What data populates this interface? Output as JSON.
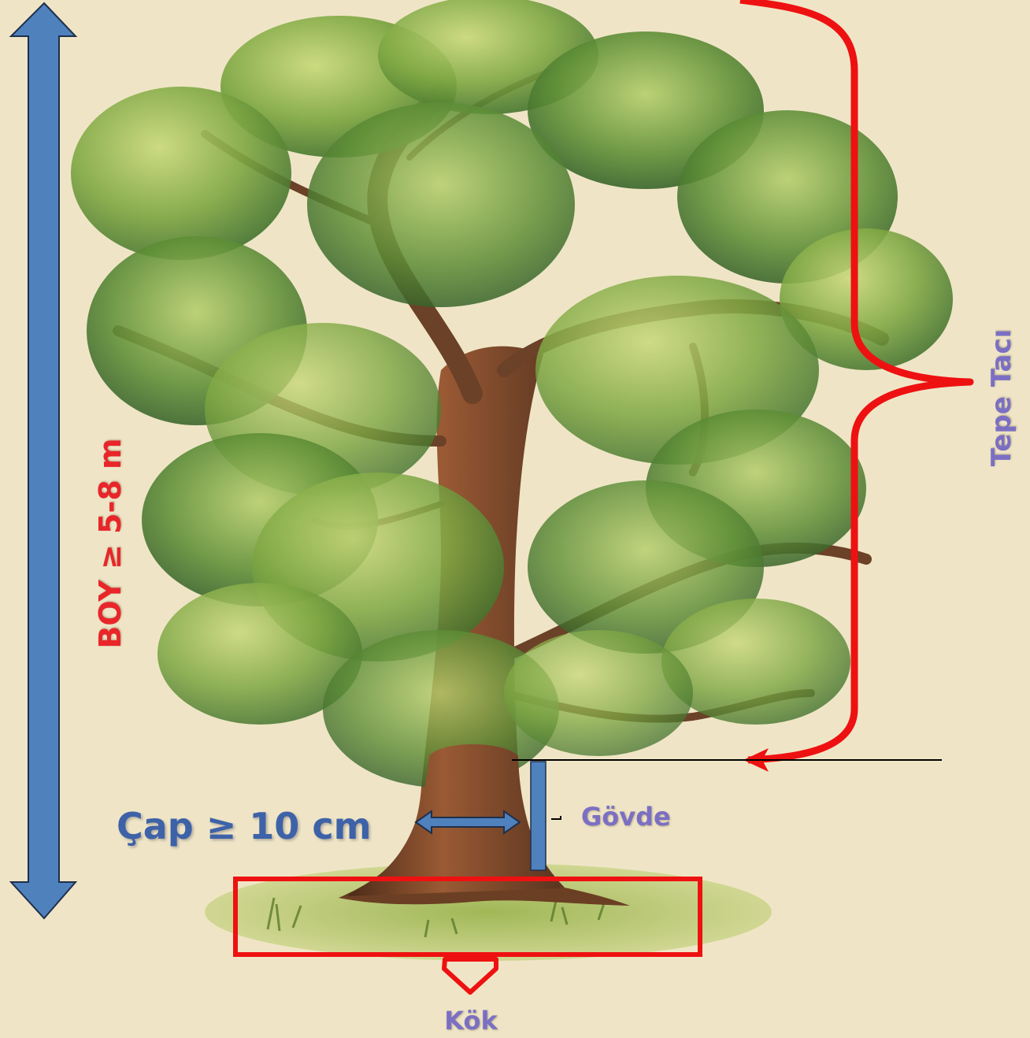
{
  "labels": {
    "height": "BOY ≥ 5-8 m",
    "crown": "Tepe Tacı",
    "diameter": "Çap ≥ 10 cm",
    "trunk": "Gövde",
    "root": "Kök"
  },
  "colors": {
    "paper": "#efe5c6",
    "arrow_blue": "#4f81bd",
    "arrow_blue_dark": "#1f2f4a",
    "bracket_red": "#ee1111",
    "label_red": "#e8262a",
    "label_purple": "#7b6fc4",
    "label_blue": "#3d62a8",
    "foliage": "#6f9a3a",
    "bark": "#7a4a2a",
    "grass": "#a9bf5c"
  }
}
